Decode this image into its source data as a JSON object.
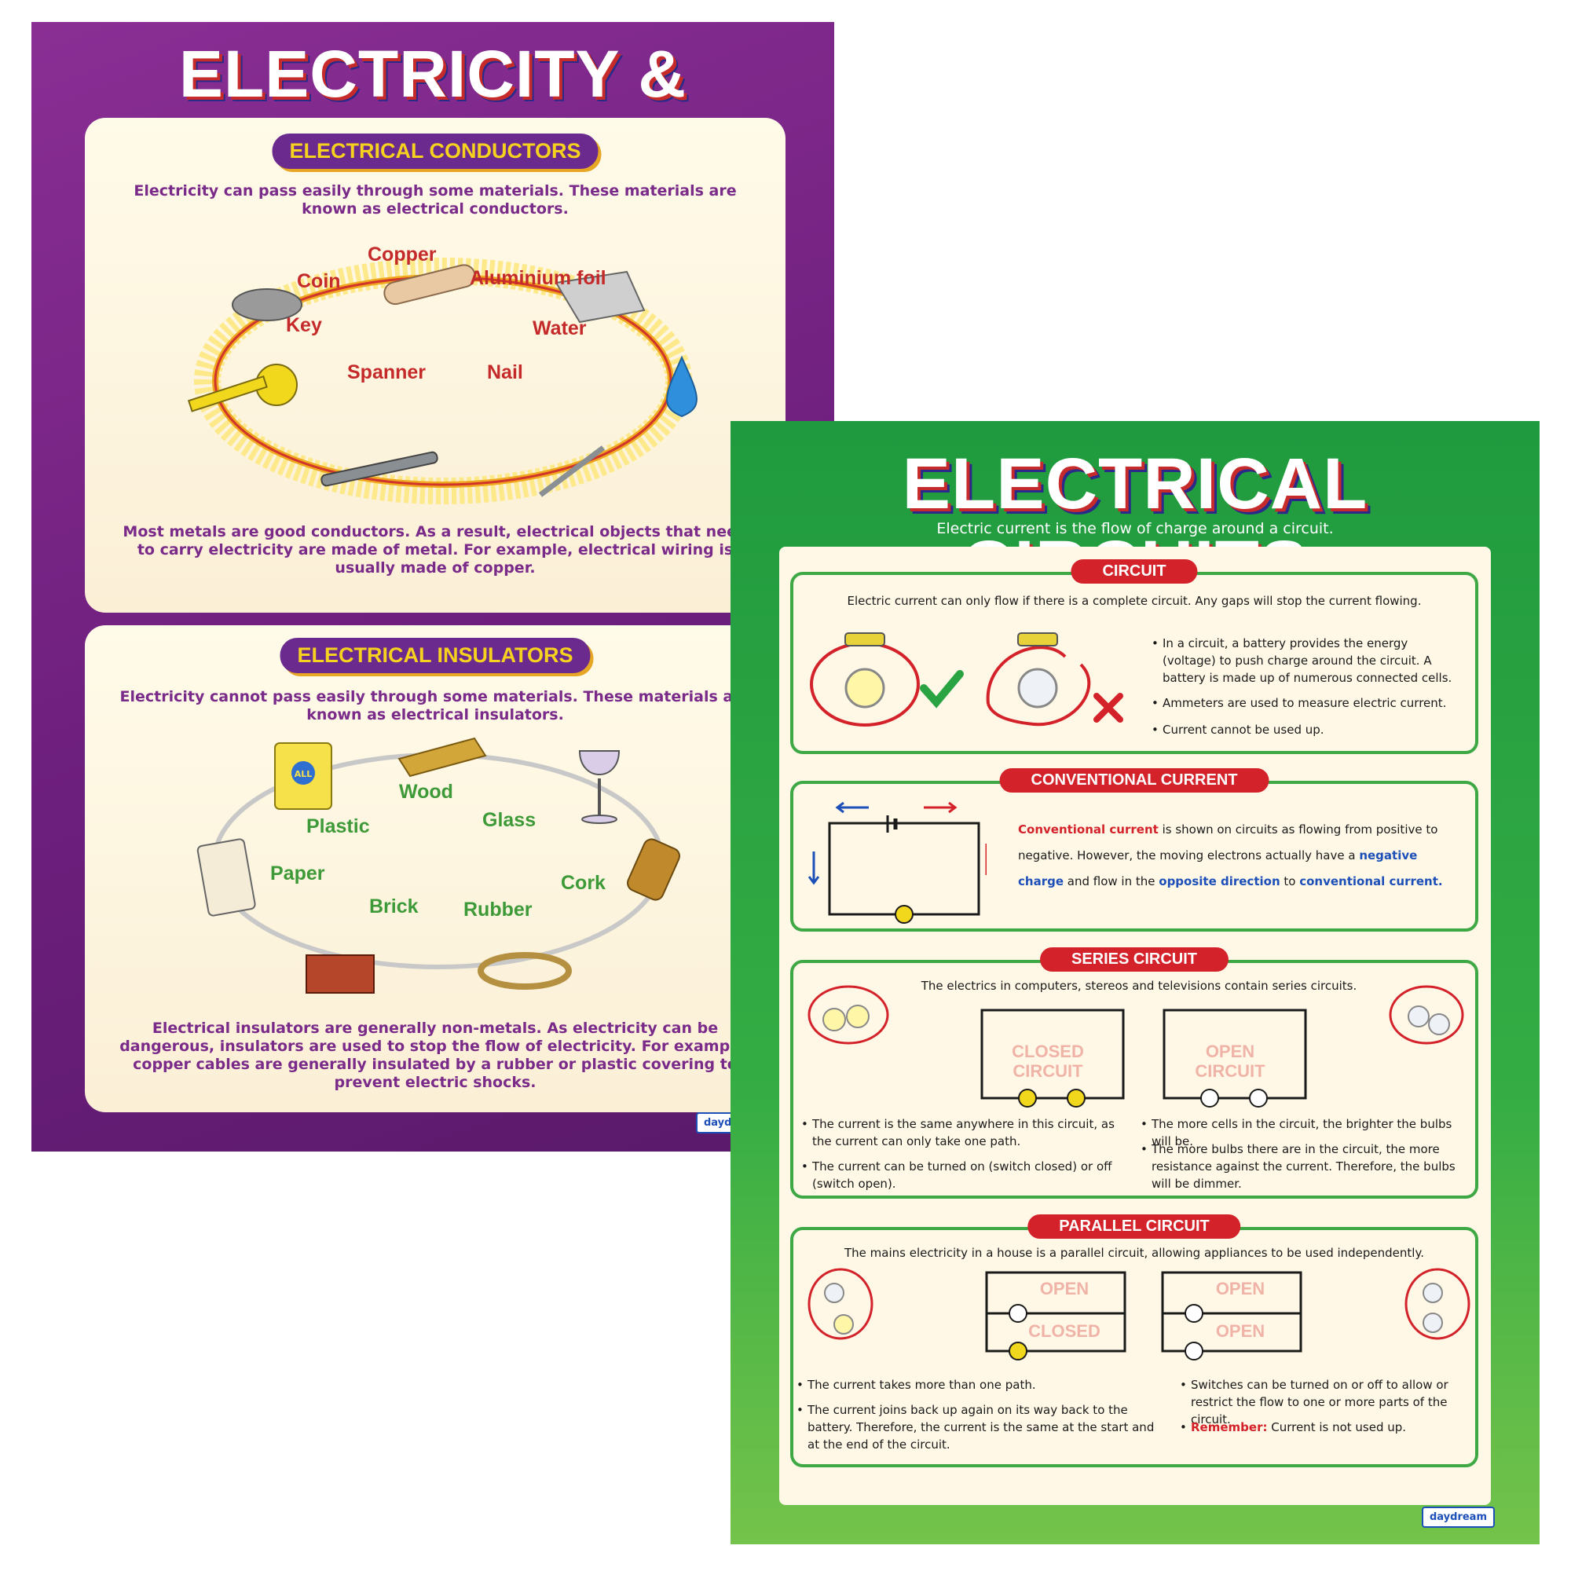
{
  "poster_materials": {
    "title": "ELECTRICITY & MATERIALS",
    "conductors": {
      "heading": "ELECTRICAL CONDUCTORS",
      "intro": "Electricity can pass easily through some materials. These materials are known as electrical conductors.",
      "items": [
        "Copper",
        "Coin",
        "Aluminium foil",
        "Key",
        "Water",
        "Spanner",
        "Nail"
      ],
      "footer": "Most metals are good conductors. As a result, electrical objects that need to carry electricity are made of metal. For example, electrical wiring is usually made of copper."
    },
    "insulators": {
      "heading": "ELECTRICAL INSULATORS",
      "intro": "Electricity cannot pass easily through some materials. These materials are known as electrical insulators.",
      "items": [
        "Wood",
        "Plastic",
        "Glass",
        "Paper",
        "Cork",
        "Brick",
        "Rubber"
      ],
      "footer": "Electrical insulators are generally non-metals. As electricity can be dangerous, insulators are used to stop the flow of electricity. For example, copper cables are generally insulated by a rubber or plastic covering to prevent electric shocks."
    },
    "bag_label": "ALL",
    "logo": "daydream"
  },
  "poster_circuits": {
    "title": "ELECTRICAL CIRCUITS",
    "subtitle": "Electric current is the flow of charge around a circuit.",
    "circuit": {
      "heading": "CIRCUIT",
      "intro": "Electric current can only flow if there is a complete circuit. Any gaps will stop the current flowing.",
      "bullets": [
        "In a circuit, a battery provides the energy (voltage) to push charge around the circuit. A battery is made up of numerous connected cells.",
        "Ammeters are used to measure electric current.",
        "Current cannot be used up."
      ]
    },
    "conventional": {
      "heading": "CONVENTIONAL CURRENT",
      "t1": "Conventional current",
      "t2": " is shown on circuits as flowing from positive to negative. However, the moving electrons actually have a ",
      "t3": "negative charge",
      "t4": " and flow in the ",
      "t5": "opposite direction",
      "t6": " to ",
      "t7": "conventional current."
    },
    "series": {
      "heading": "SERIES CIRCUIT",
      "intro": "The electrics in computers, stereos and televisions contain series circuits.",
      "closed_label": "CLOSED CIRCUIT",
      "open_label": "OPEN CIRCUIT",
      "bullets_left": [
        "The current is the same anywhere in this circuit, as the current can only take one path.",
        "The current can be turned on (switch closed) or off (switch open)."
      ],
      "bullets_right": [
        "The more cells in the circuit, the brighter the bulbs will be.",
        "The more bulbs there are in the circuit, the more resistance against the current. Therefore, the bulbs will be dimmer."
      ]
    },
    "parallel": {
      "heading": "PARALLEL CIRCUIT",
      "intro": "The mains electricity in a house is a parallel circuit, allowing appliances to be used independently.",
      "diag1": [
        "OPEN",
        "CLOSED"
      ],
      "diag2": [
        "OPEN",
        "OPEN"
      ],
      "bullets_left": [
        "The current takes more than one path.",
        "The current joins back up again on its way back to the battery. Therefore, the current is the same at the start and at the end of the circuit."
      ],
      "bullets_right": [
        "Switches can be turned on or off to allow or restrict the flow to one or more parts of the circuit."
      ],
      "remember_label": "Remember:",
      "remember_text": " Current is not used up."
    },
    "logo": "daydream"
  },
  "colors": {
    "purple_bg": "#7a2588",
    "green_bg": "#2aa443",
    "conductor_label": "#c52a2a",
    "insulator_label": "#3e9a38",
    "section_pill": "#d3222a"
  }
}
